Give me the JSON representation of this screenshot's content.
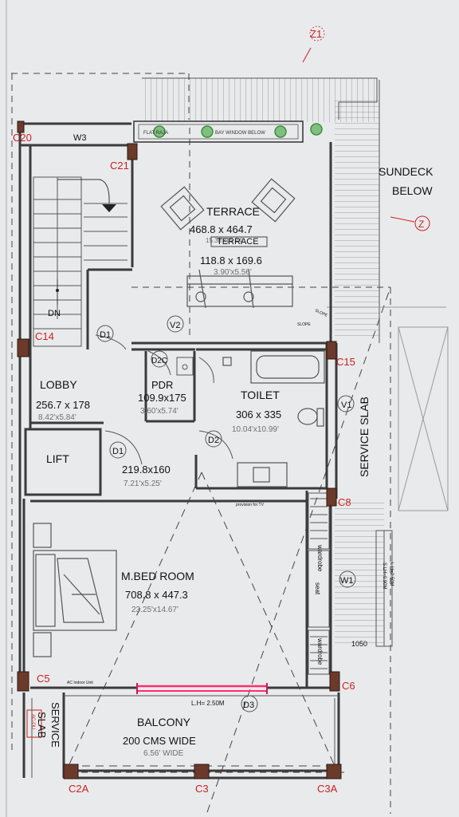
{
  "colors": {
    "paper": "#e9eaec",
    "wall": "#3b3b3b",
    "label": "#111111",
    "dim": "#6f6f6f",
    "column_tag": "#cc1f1f",
    "column_fill": "#6b3a2a",
    "plant": "#3f8f3f",
    "window_highlight": "#ff2f6e"
  },
  "grid_markers": {
    "z1": "Z1",
    "z": "Z"
  },
  "columns": {
    "c20": "C20",
    "c21": "C21",
    "c14": "C14",
    "c15": "C15",
    "c8": "C8",
    "c5": "C5",
    "c6": "C6",
    "c2a": "C2A",
    "c3": "C3",
    "c3a": "C3A"
  },
  "rooms": {
    "terrace": {
      "name": "TERRACE",
      "dims": "468.8 x 464.7",
      "dims_ft": "15.38'x15.24'"
    },
    "terrace_inner": {
      "name": "TERRACE",
      "dims": "118.8 x 169.6",
      "dims_ft": "3.90'x5.56'"
    },
    "lobby": {
      "name": "LOBBY",
      "dims": "256.7 x 178",
      "dims_ft": "8.42'x5.84'"
    },
    "pdr": {
      "name": "PDR",
      "dims": "109.9x175",
      "dims_ft": "3.60'x5.74'"
    },
    "toilet": {
      "name": "TOILET",
      "dims": "306 x 335",
      "dims_ft": "10.04'x10.99'"
    },
    "lift": {
      "name": "LIFT"
    },
    "passage": {
      "dims": "219.8x160",
      "dims_ft": "7.21'x5.25'"
    },
    "bedroom": {
      "name": "M.BED ROOM",
      "dims": "708.8 x 447.3",
      "dims_ft": "23.25'x14.67'"
    },
    "balcony": {
      "name": "BALCONY",
      "subtitle": "200 CMS WIDE",
      "subtitle_ft": "6.56' WIDE"
    }
  },
  "labels": {
    "sundeck_line1": "SUNDECK",
    "sundeck_line2": "BELOW",
    "service_slab": "SERVICE SLAB",
    "service_slab_left_1": "SERVICE",
    "service_slab_left_2": "SLAB",
    "dn": "DN",
    "wardrobe_upper": "wardrobe",
    "wardrobe_lower": "wardrobe",
    "seat": "seat",
    "lh": "L.H= 2.50M",
    "dim_1050": "1050",
    "w1_sill_1": "S.LH=0.90M",
    "w1_sill_2": "L.H=2.50M",
    "planter_note": "FLAT RAJA",
    "bay_window_note": "BAY WINDOW BELOW",
    "tv_note": "provision for TV",
    "ac_unit": "AC Indoor Unit",
    "ac_outdoor": "AC-OU",
    "slope1": "SLOPE",
    "slope2": "SLOPE"
  },
  "openings": {
    "w3": "W3",
    "w1": "W1",
    "v1": "V1",
    "v2": "V2",
    "d1a": "D1",
    "d1b": "D1",
    "d2": "D2",
    "d2c": "D2C",
    "d3": "D3"
  }
}
